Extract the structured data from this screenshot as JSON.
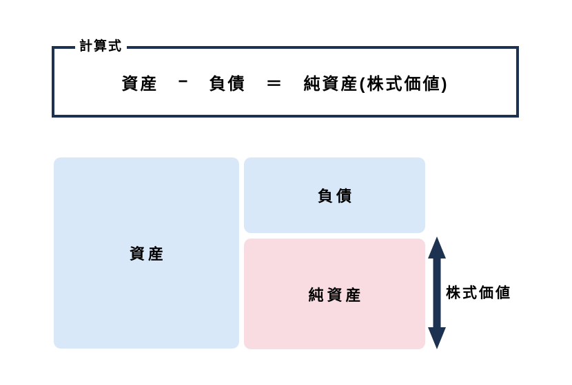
{
  "colors": {
    "navy": "#1d3150",
    "light_blue": "#d9e8f9",
    "light_pink": "#f9dce2",
    "text": "#000000",
    "background": "#ffffff"
  },
  "formula_box": {
    "legend": "計算式",
    "parts": [
      "資産",
      "−",
      "負債",
      "＝",
      "純資産(株式価値)"
    ]
  },
  "diagram": {
    "assets_label": "資産",
    "liabilities_label": "負債",
    "net_assets_label": "純資産",
    "arrow_label": "株式価値"
  }
}
